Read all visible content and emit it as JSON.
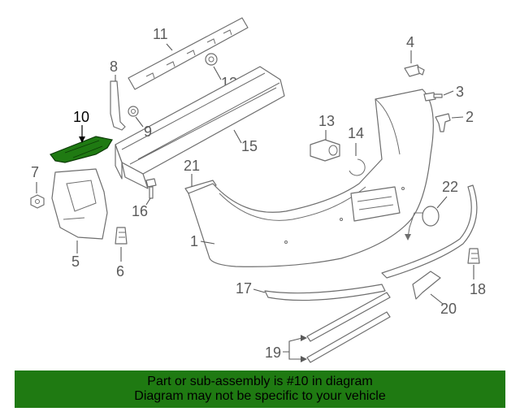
{
  "callouts": {
    "c1": "1",
    "c2": "2",
    "c3": "3",
    "c4": "4",
    "c5": "5",
    "c6": "6",
    "c7": "7",
    "c8": "8",
    "c9": "9",
    "c10": "10",
    "c11": "11",
    "c12": "12",
    "c13": "13",
    "c14": "14",
    "c15": "15",
    "c16": "16",
    "c17": "17",
    "c18": "18",
    "c19": "19",
    "c20": "20",
    "c21": "21",
    "c22": "22"
  },
  "highlighted_part": "10",
  "colors": {
    "highlight": "#1f7a12",
    "line": "#6e6e6e",
    "banner_bg": "#1f7a12"
  },
  "banner": {
    "line1": "Part or sub-assembly is #10 in diagram",
    "line2": "Diagram may not be specific to your vehicle"
  }
}
